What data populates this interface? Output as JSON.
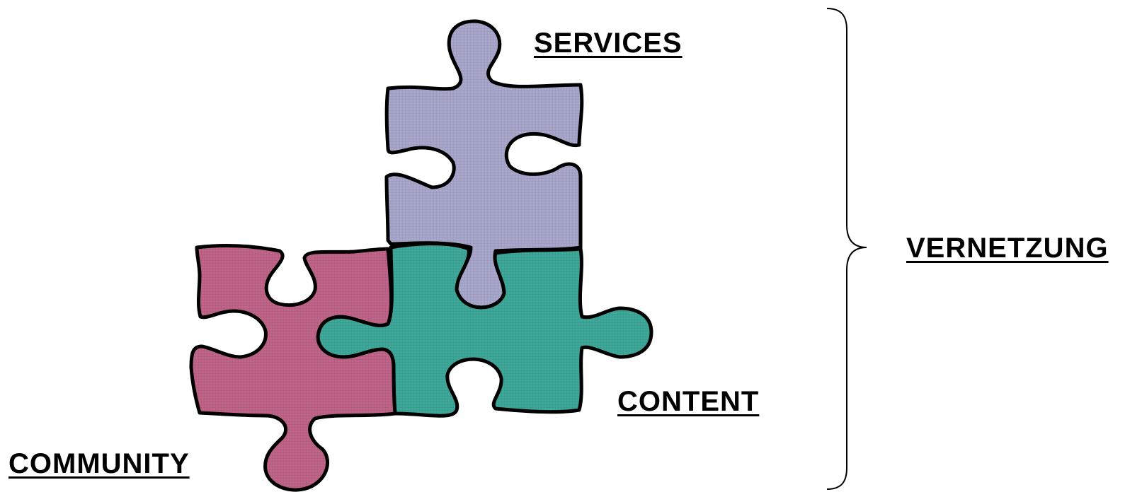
{
  "labels": {
    "services": "SERVICES",
    "content": "CONTENT",
    "community": "COMMUNITY",
    "vernetzung": "VERNETZUNG"
  },
  "pieces": {
    "services": {
      "color": "#a9a8cc"
    },
    "content": {
      "color": "#3ea89a"
    },
    "community": {
      "color": "#c0648a"
    }
  },
  "outline_color": "#000000"
}
